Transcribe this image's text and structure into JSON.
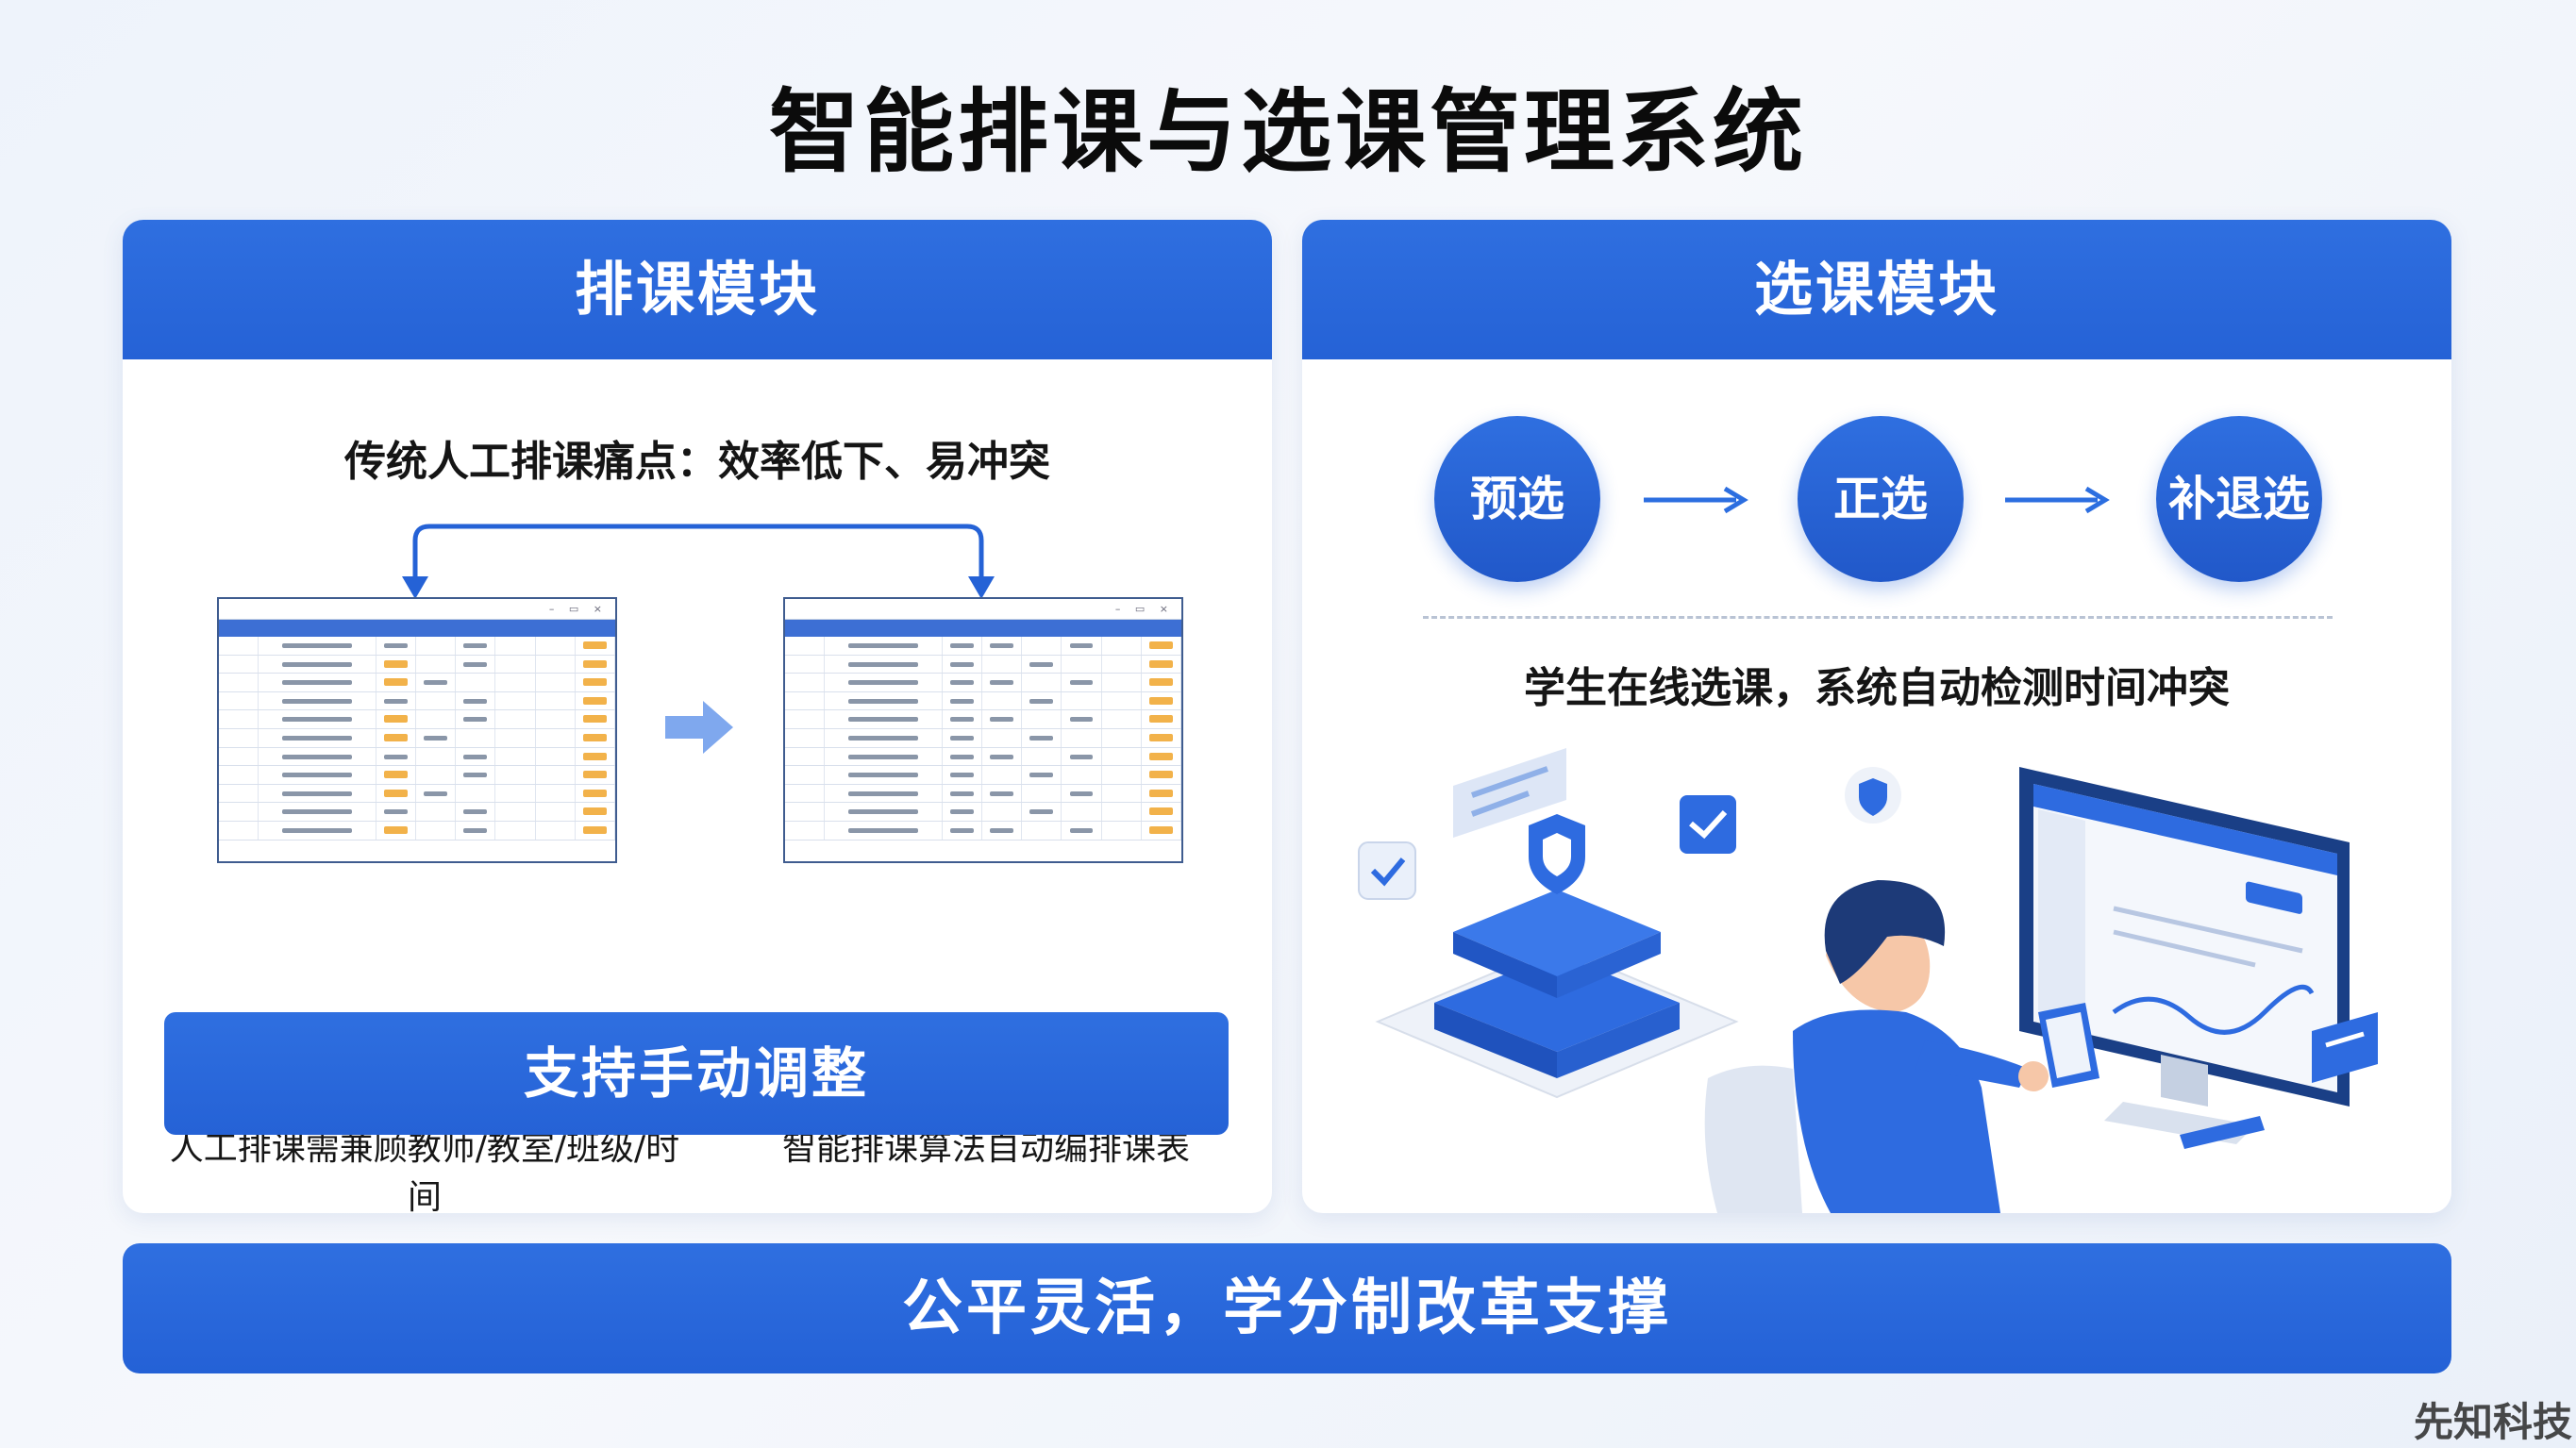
{
  "title": "智能排课与选课管理系统",
  "scheduling": {
    "header": "排课模块",
    "pain_point": "传统人工排课痛点：效率低下、易冲突",
    "caption_manual": "人工排课需兼顾教师/教室/班级/时间",
    "caption_smart": "智能排课算法自动编排课表",
    "adjust_button": "支持手动调整"
  },
  "selection": {
    "header": "选课模块",
    "steps": [
      "预选",
      "正选",
      "补退选"
    ],
    "description": "学生在线选课，系统自动检测时间冲突"
  },
  "banner": "公平灵活，学分制改革支撑",
  "watermark": "先知科技",
  "colors": {
    "accent": "#2562d6",
    "highlight": "#f2b24a"
  },
  "icons": [
    "arrow-down-icon",
    "arrow-right-icon",
    "shield-icon",
    "check-icon",
    "monitor-icon",
    "phone-icon"
  ]
}
